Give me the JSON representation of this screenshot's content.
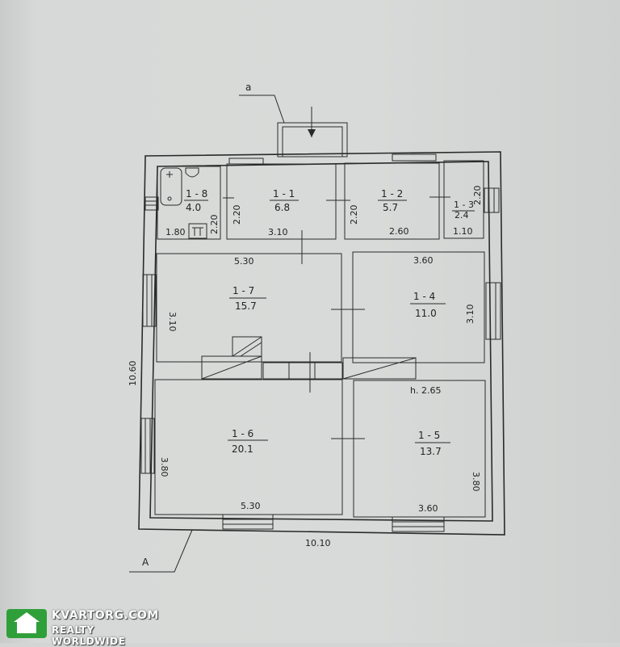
{
  "section_marks": {
    "top": "a",
    "bottom": "A"
  },
  "rooms": [
    {
      "id": "1-8",
      "label": "1 - 8",
      "area": "4.0"
    },
    {
      "id": "1-1",
      "label": "1 - 1",
      "area": "6.8"
    },
    {
      "id": "1-2",
      "label": "1 - 2",
      "area": "5.7"
    },
    {
      "id": "1-3",
      "label": "1 - 3",
      "area": "2.4"
    },
    {
      "id": "1-7",
      "label": "1 - 7",
      "area": "15.7"
    },
    {
      "id": "1-4",
      "label": "1 - 4",
      "area": "11.0"
    },
    {
      "id": "1-6",
      "label": "1 - 6",
      "area": "20.1"
    },
    {
      "id": "1-5",
      "label": "1 - 5",
      "area": "13.7"
    }
  ],
  "dimensions": {
    "d_1_8_width": "1.80",
    "d_1_8_height": "2.20",
    "d_1_1_width": "3.10",
    "d_1_1_height": "2.20",
    "d_1_2_width": "2.60",
    "d_1_2_height": "2.20",
    "d_1_3_width": "1.10",
    "d_1_3_height": "2.20",
    "d_1_7_width": "5.30",
    "d_1_7_height": "3.10",
    "d_1_4_width": "3.60",
    "d_1_4_height": "3.10",
    "d_corridor": "h. 2.65",
    "d_overall_height": "10.60",
    "d_1_6_height": "3.80",
    "d_1_6_width": "5.30",
    "d_1_5_width": "3.60",
    "d_1_5_height": "3.80",
    "d_overall_width": "10.10"
  },
  "logo": {
    "brand": "KVARTORG.COM",
    "tagline": "REALTY WORLDWIDE",
    "icon": "house-icon",
    "color": "#2f9f3a"
  }
}
